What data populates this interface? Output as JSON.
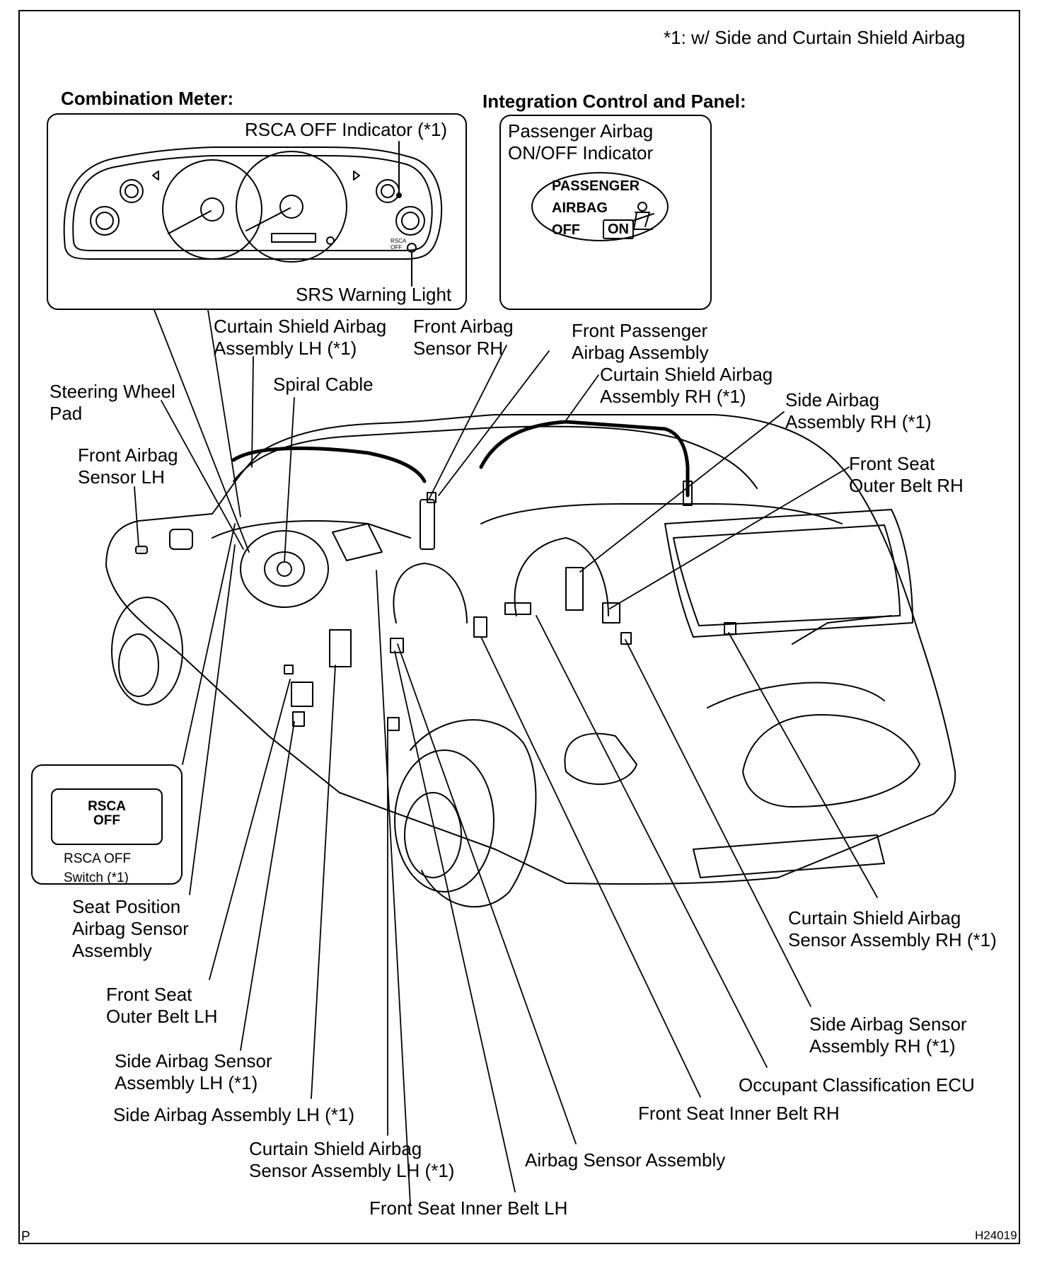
{
  "note": "*1: w/ Side and Curtain Shield Airbag",
  "combination_meter": {
    "heading": "Combination Meter:",
    "rsca_indicator": "RSCA OFF Indicator (*1)",
    "srs_warning": "SRS Warning Light",
    "gauge_legend": "RSCA\nOFF"
  },
  "integration_panel": {
    "heading": "Integration Control and Panel:",
    "indicator_label": "Passenger Airbag\nON/OFF Indicator",
    "badge_text": "PASSENGER\nAIRBAG\nOFF",
    "badge_on": "ON"
  },
  "rsca_switch": {
    "button_text": "RSCA\nOFF",
    "label": "RSCA OFF\nSwitch (*1)"
  },
  "labels": {
    "curtain_lh": "Curtain Shield Airbag\nAssembly LH (*1)",
    "front_sensor_rh": "Front Airbag\nSensor RH",
    "front_passenger": "Front Passenger\nAirbag Assembly",
    "curtain_rh": "Curtain Shield Airbag\nAssembly RH (*1)",
    "side_airbag_rh": "Side Airbag\nAssembly RH (*1)",
    "front_seat_outer_rh": "Front Seat\nOuter Belt RH",
    "steering_pad": "Steering Wheel\nPad",
    "spiral_cable": "Spiral Cable",
    "front_sensor_lh": "Front Airbag\nSensor LH",
    "seat_position": "Seat Position\nAirbag Sensor\nAssembly",
    "front_seat_outer_lh": "Front Seat\nOuter Belt LH",
    "side_sensor_lh": "Side Airbag Sensor\nAssembly LH (*1)",
    "side_airbag_lh": "Side Airbag Assembly LH (*1)",
    "curtain_sensor_lh": "Curtain Shield Airbag\nSensor Assembly LH (*1)",
    "front_seat_inner_lh": "Front Seat Inner Belt LH",
    "airbag_sensor": "Airbag Sensor Assembly",
    "front_seat_inner_rh": "Front Seat Inner Belt RH",
    "occupant_ecu": "Occupant Classification ECU",
    "side_sensor_rh": "Side Airbag Sensor\nAssembly RH (*1)",
    "curtain_sensor_rh": "Curtain Shield Airbag\nSensor Assembly RH (*1)"
  },
  "footer": {
    "left": "P",
    "right": "H24019"
  }
}
